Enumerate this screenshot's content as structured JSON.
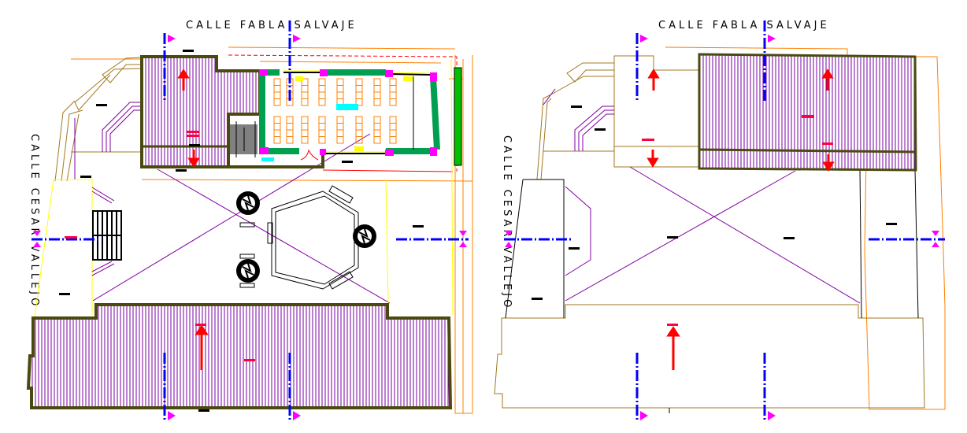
{
  "drawing": {
    "type": "architectural-roof-plan",
    "views": [
      {
        "id": "left-plan",
        "description": "Floor/roof plan with furniture, patio and trees",
        "street_top": "CALLE FABLA SALVAJE",
        "street_left": "CALLE CESAR VALLEJO"
      },
      {
        "id": "right-plan",
        "description": "Roof plan outline",
        "street_top": "CALLE FABLA SALVAJE",
        "street_left": "CALLE CESAR VALLEJO"
      }
    ],
    "colors": {
      "wall": "#4a4a10",
      "hatch": "#7a00a0",
      "axis": "#0000ff",
      "arrow": "#ff0000",
      "marker": "#ff00ff",
      "dimension": "#ff8000",
      "green_wall": "#00a050",
      "boundary": "#a07820",
      "diagonal": "#8000a0",
      "yellow": "#ffff00"
    },
    "symbols": {
      "axis_marker": "section-marker-icon",
      "slope_arrow": "slope-arrow-icon",
      "tree": "tree-icon",
      "bench": "bench-icon"
    }
  }
}
